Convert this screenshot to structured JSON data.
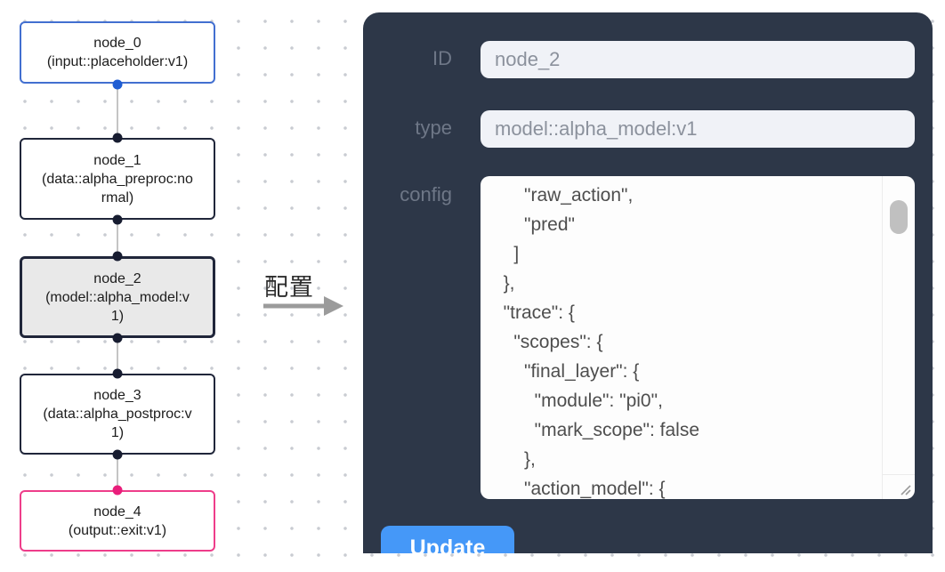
{
  "flow": {
    "nodes": [
      {
        "id": "node_0",
        "type_label": "(input::placeholder:v1)",
        "variant": "input"
      },
      {
        "id": "node_1",
        "type_label": "(data::alpha_preproc:normal)",
        "variant": "default"
      },
      {
        "id": "node_2",
        "type_label": "(model::alpha_model:v1)",
        "variant": "selected"
      },
      {
        "id": "node_3",
        "type_label": "(data::alpha_postproc:v1)",
        "variant": "default"
      },
      {
        "id": "node_4",
        "type_label": "(output::exit:v1)",
        "variant": "output"
      }
    ],
    "colors": {
      "input_accent": "#426fd0",
      "input_handle": "#1f5dd3",
      "output_accent": "#ee3d8a",
      "output_handle": "#e91e7b",
      "default_border": "#20263a",
      "selected_bg": "#e9e9e9",
      "edge": "#c5c5c5",
      "dot_grid": "#c9ccd2"
    }
  },
  "transition": {
    "label": "配置",
    "arrow_color": "#9b9b9b"
  },
  "panel": {
    "fields": [
      {
        "label": "ID",
        "value": "node_2"
      },
      {
        "label": "type",
        "value": "model::alpha_model:v1"
      }
    ],
    "config": {
      "label": "config",
      "value": "      \"raw_action\",\n      \"pred\"\n    ]\n  },\n  \"trace\": {\n    \"scopes\": {\n      \"final_layer\": {\n        \"module\": \"pi0\",\n        \"mark_scope\": false\n      },\n      \"action_model\": {"
    },
    "update_label": "Update",
    "colors": {
      "panel_bg": "#2d3748",
      "field_bg": "#f0f2f7",
      "label_text": "#6e7787",
      "button_bg": "#4598f8"
    }
  }
}
